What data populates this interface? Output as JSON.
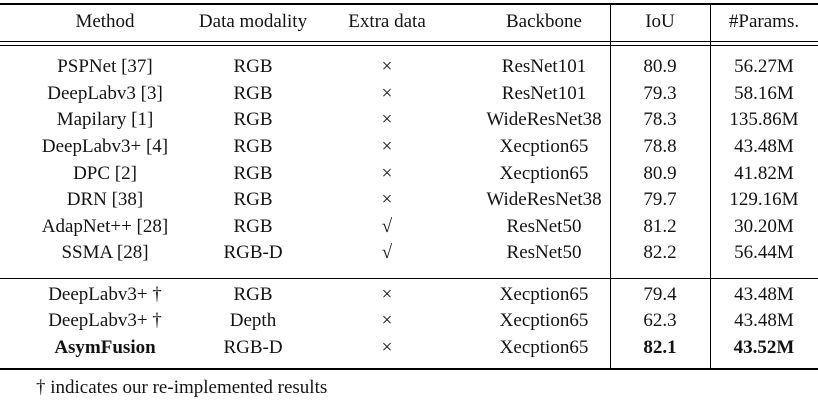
{
  "table": {
    "columns": [
      "Method",
      "Data modality",
      "Extra data",
      "Backbone",
      "IoU",
      "#Params."
    ],
    "sections": [
      {
        "rows": [
          {
            "method": "PSPNet [37]",
            "modality": "RGB",
            "extra": "×",
            "backbone": "ResNet101",
            "iou": "80.9",
            "params": "56.27M",
            "highlight": false
          },
          {
            "method": "DeepLabv3 [3]",
            "modality": "RGB",
            "extra": "×",
            "backbone": "ResNet101",
            "iou": "79.3",
            "params": "58.16M",
            "highlight": false
          },
          {
            "method": "Mapilary [1]",
            "modality": "RGB",
            "extra": "×",
            "backbone": "WideResNet38",
            "iou": "78.3",
            "params": "135.86M",
            "highlight": false
          },
          {
            "method": "DeepLabv3+ [4]",
            "modality": "RGB",
            "extra": "×",
            "backbone": "Xecption65",
            "iou": "78.8",
            "params": "43.48M",
            "highlight": false
          },
          {
            "method": "DPC [2]",
            "modality": "RGB",
            "extra": "×",
            "backbone": "Xecption65",
            "iou": "80.9",
            "params": "41.82M",
            "highlight": false
          },
          {
            "method": "DRN [38]",
            "modality": "RGB",
            "extra": "×",
            "backbone": "WideResNet38",
            "iou": "79.7",
            "params": "129.16M",
            "highlight": false
          },
          {
            "method": "AdapNet++ [28]",
            "modality": "RGB",
            "extra": "√",
            "backbone": "ResNet50",
            "iou": "81.2",
            "params": "30.20M",
            "highlight": false
          },
          {
            "method": "SSMA [28]",
            "modality": "RGB-D",
            "extra": "√",
            "backbone": "ResNet50",
            "iou": "82.2",
            "params": "56.44M",
            "highlight": false
          }
        ]
      },
      {
        "rows": [
          {
            "method": "DeepLabv3+ †",
            "modality": "RGB",
            "extra": "×",
            "backbone": "Xecption65",
            "iou": "79.4",
            "params": "43.48M",
            "highlight": false
          },
          {
            "method": "DeepLabv3+ †",
            "modality": "Depth",
            "extra": "×",
            "backbone": "Xecption65",
            "iou": "62.3",
            "params": "43.48M",
            "highlight": false
          },
          {
            "method": "AsymFusion",
            "modality": "RGB-D",
            "extra": "×",
            "backbone": "Xecption65",
            "iou": "82.1",
            "params": "43.52M",
            "highlight": true
          }
        ]
      }
    ],
    "footnote": "† indicates our re-implemented results"
  }
}
